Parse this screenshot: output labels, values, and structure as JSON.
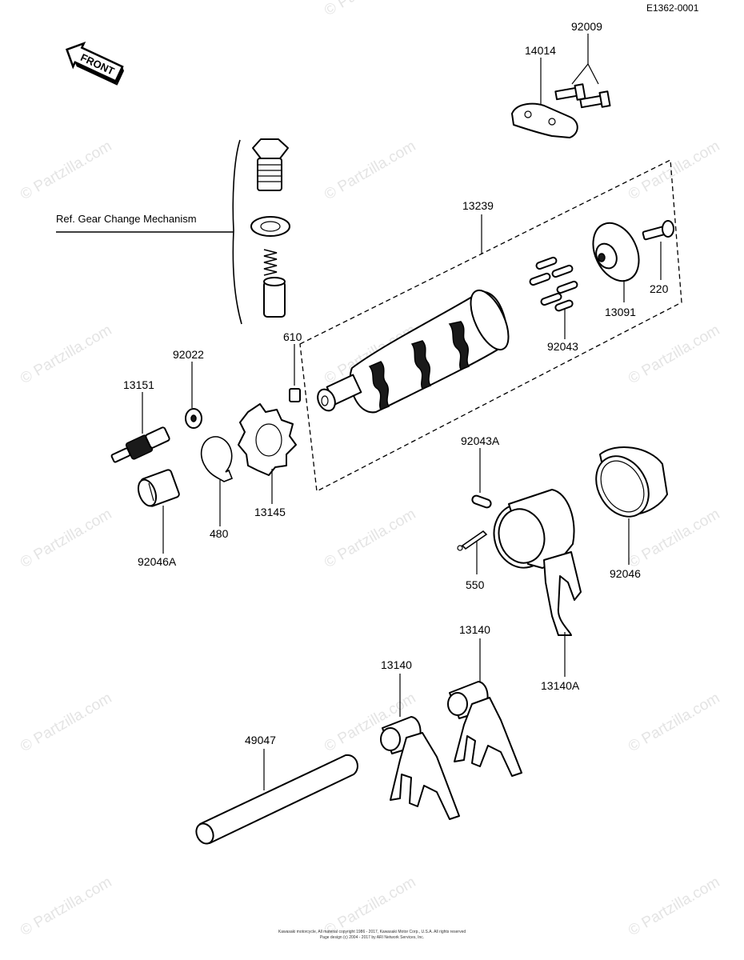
{
  "diagram_id": "E1362-0001",
  "front_arrow": "FRONT",
  "reference_note": "Ref. Gear Change Mechanism",
  "watermark": "© Partzilla.com",
  "parts": {
    "p92009": "92009",
    "p14014": "14014",
    "p13239": "13239",
    "p220": "220",
    "p13091": "13091",
    "p92043": "92043",
    "p610": "610",
    "p92022": "92022",
    "p13151": "13151",
    "p13145": "13145",
    "p480": "480",
    "p92046A": "92046A",
    "p92043A": "92043A",
    "p550": "550",
    "p92046": "92046",
    "p13140A": "13140A",
    "p13140a": "13140",
    "p13140b": "13140",
    "p49047": "49047"
  },
  "copyright": {
    "line1": "Kawasaki motorcycle, All material copyright 1986 - 2017, Kawasaki Motor Corp., U.S.A. All rights reserved",
    "line2": "Page design (c) 2004 - 2017 by ARI Network Services, Inc."
  }
}
